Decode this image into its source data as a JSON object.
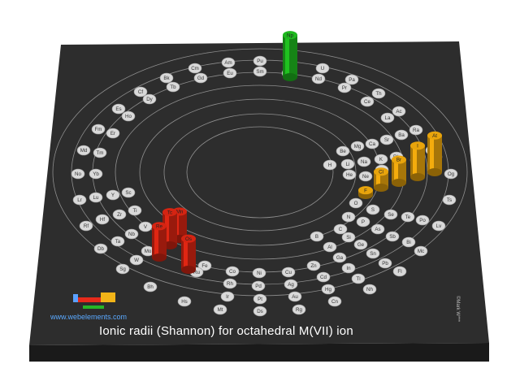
{
  "chart_data": {
    "type": "bar",
    "title": "Ionic radii (Shannon) for octahedral M(VII) ion",
    "units": "pm",
    "colors": {
      "halogen": "#e8a40c",
      "transition_metal": "#d42412",
      "actinide": "#1eb81e",
      "slab": "#2b2b2b",
      "ball": "#d9d9d9"
    },
    "series": [
      {
        "element": "Np",
        "group": "actinide",
        "value": 71
      },
      {
        "element": "Mn",
        "group": "transition_metal",
        "value": 46
      },
      {
        "element": "Tc",
        "group": "transition_metal",
        "value": 56
      },
      {
        "element": "Re",
        "group": "transition_metal",
        "value": 53
      },
      {
        "element": "Os",
        "group": "transition_metal",
        "value": 52.5
      },
      {
        "element": "F",
        "group": "halogen",
        "value": 8
      },
      {
        "element": "Cl",
        "group": "halogen",
        "value": 27
      },
      {
        "element": "Br",
        "group": "halogen",
        "value": 39
      },
      {
        "element": "I",
        "group": "halogen",
        "value": 53
      },
      {
        "element": "At",
        "group": "halogen",
        "value": 62
      }
    ],
    "elements": [
      "Np",
      "Am",
      "Pu",
      "Cm",
      "U",
      "Bk",
      "Eu",
      "Gd",
      "Sm",
      "Pm",
      "Nd",
      "Pa",
      "Cf",
      "Tb",
      "Pr",
      "Th",
      "Dy",
      "Ce",
      "Es",
      "Ho",
      "Ac",
      "La",
      "Fm",
      "Er",
      "Ra",
      "Ba",
      "Sr",
      "Md",
      "Tm",
      "Mg",
      "Ca",
      "Cs",
      "Be",
      "Rb",
      "K",
      "No",
      "Yb",
      "H",
      "Li",
      "Na",
      "He",
      "Lr",
      "Lu",
      "Y",
      "Sc",
      "Og",
      "Ne",
      "Ar",
      "Kr",
      "Xe",
      "Rn",
      "Ts",
      "O",
      "S",
      "Se",
      "Te",
      "Po",
      "Lv",
      "Rf",
      "Hf",
      "Zr",
      "Ti",
      "N",
      "P",
      "As",
      "Sb",
      "Bi",
      "Mc",
      "Db",
      "Ta",
      "Nb",
      "V",
      "C",
      "Si",
      "Ge",
      "Sn",
      "Pb",
      "Fl",
      "B",
      "Al",
      "Ga",
      "In",
      "Tl",
      "Nh",
      "Sg",
      "W",
      "Mo",
      "Cr",
      "Zn",
      "Cd",
      "Hg",
      "Cn",
      "Fe",
      "Ru",
      "Co",
      "Rh",
      "Ir",
      "Mt",
      "Ni",
      "Pd",
      "Pt",
      "Ds",
      "Cu",
      "Ag",
      "Au",
      "Rg",
      "Bh",
      "Hs"
    ]
  },
  "logo": {
    "site": "www.webelements.com",
    "copyright": "©Mark W***"
  }
}
